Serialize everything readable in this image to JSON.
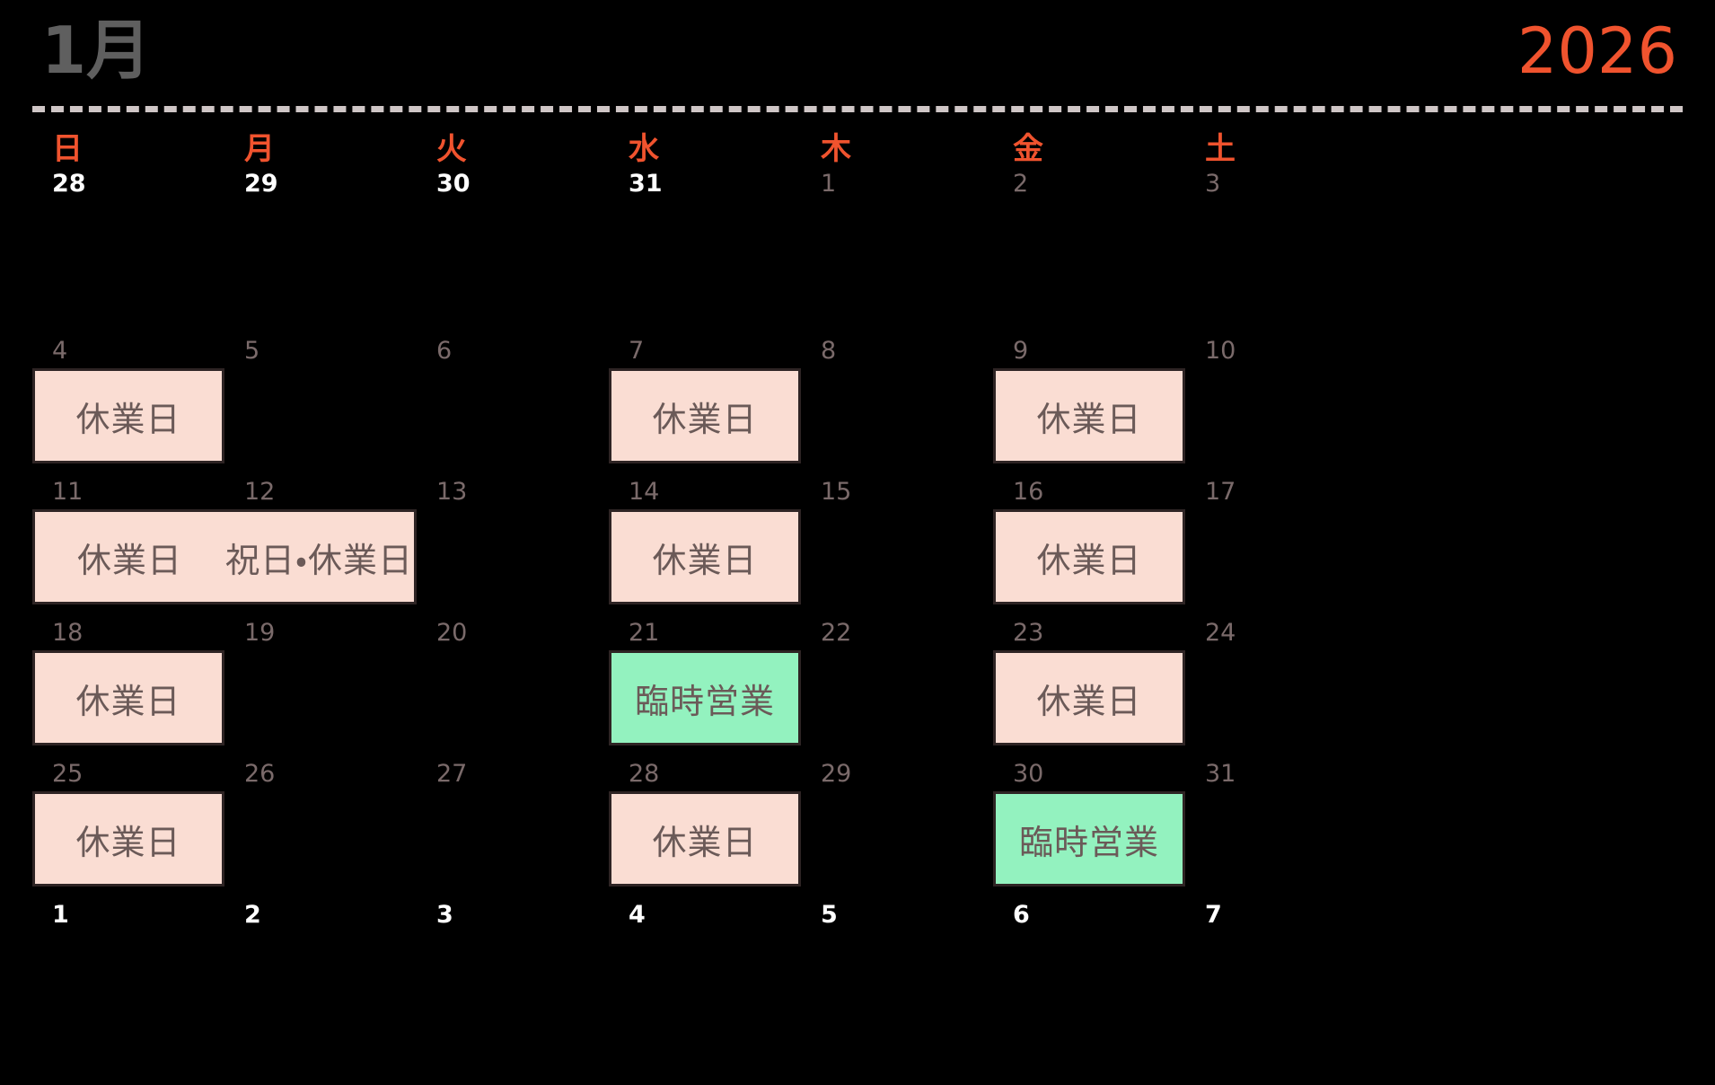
{
  "header": {
    "month": "1月",
    "year": "2026"
  },
  "weekdays": [
    {
      "label": "日"
    },
    {
      "label": "月"
    },
    {
      "label": "火"
    },
    {
      "label": "水"
    },
    {
      "label": "木"
    },
    {
      "label": "金"
    },
    {
      "label": "土"
    }
  ],
  "legend": {
    "closed_label": "休業日",
    "holiday_closed_label": "祝日・休業日",
    "special_open_label": "臨時営業"
  },
  "colors": {
    "background": "#000000",
    "year_accent": "#F0532E",
    "weekday_accent": "#F0532E",
    "month_text": "#5F5F5F",
    "closed_bg": "#FADDD3",
    "open_bg": "#93F2BF",
    "event_text": "#6B5A58",
    "other_month_daynum": "#FFFFFF",
    "this_month_daynum": "#7A6A6A",
    "rule": "#CFC6C6"
  },
  "weeks": [
    {
      "days": [
        {
          "num": "28",
          "in_month": false,
          "event": null
        },
        {
          "num": "29",
          "in_month": false,
          "event": null
        },
        {
          "num": "30",
          "in_month": false,
          "event": null
        },
        {
          "num": "31",
          "in_month": false,
          "event": null
        },
        {
          "num": "1",
          "in_month": true,
          "event": null
        },
        {
          "num": "2",
          "in_month": true,
          "event": null
        },
        {
          "num": "3",
          "in_month": true,
          "event": null
        }
      ]
    },
    {
      "days": [
        {
          "num": "4",
          "in_month": true,
          "event": {
            "label": "休業日",
            "kind": "closed"
          }
        },
        {
          "num": "5",
          "in_month": true,
          "event": null
        },
        {
          "num": "6",
          "in_month": true,
          "event": null
        },
        {
          "num": "7",
          "in_month": true,
          "event": {
            "label": "休業日",
            "kind": "closed"
          }
        },
        {
          "num": "8",
          "in_month": true,
          "event": null
        },
        {
          "num": "9",
          "in_month": true,
          "event": {
            "label": "休業日",
            "kind": "closed"
          }
        },
        {
          "num": "10",
          "in_month": true,
          "event": null
        }
      ]
    },
    {
      "days": [
        {
          "num": "11",
          "in_month": true,
          "event": {
            "label": "休業日",
            "kind": "closed"
          }
        },
        {
          "num": "12",
          "in_month": true,
          "event": {
            "label": "祝日・休業日",
            "kind": "closed"
          }
        },
        {
          "num": "13",
          "in_month": true,
          "event": null
        },
        {
          "num": "14",
          "in_month": true,
          "event": {
            "label": "休業日",
            "kind": "closed"
          }
        },
        {
          "num": "15",
          "in_month": true,
          "event": null
        },
        {
          "num": "16",
          "in_month": true,
          "event": {
            "label": "休業日",
            "kind": "closed"
          }
        },
        {
          "num": "17",
          "in_month": true,
          "event": null
        }
      ]
    },
    {
      "days": [
        {
          "num": "18",
          "in_month": true,
          "event": {
            "label": "休業日",
            "kind": "closed"
          }
        },
        {
          "num": "19",
          "in_month": true,
          "event": null
        },
        {
          "num": "20",
          "in_month": true,
          "event": null
        },
        {
          "num": "21",
          "in_month": true,
          "event": {
            "label": "臨時営業",
            "kind": "open"
          }
        },
        {
          "num": "22",
          "in_month": true,
          "event": null
        },
        {
          "num": "23",
          "in_month": true,
          "event": {
            "label": "休業日",
            "kind": "closed"
          }
        },
        {
          "num": "24",
          "in_month": true,
          "event": null
        }
      ]
    },
    {
      "days": [
        {
          "num": "25",
          "in_month": true,
          "event": {
            "label": "休業日",
            "kind": "closed"
          }
        },
        {
          "num": "26",
          "in_month": true,
          "event": null
        },
        {
          "num": "27",
          "in_month": true,
          "event": null
        },
        {
          "num": "28",
          "in_month": true,
          "event": {
            "label": "休業日",
            "kind": "closed"
          }
        },
        {
          "num": "29",
          "in_month": true,
          "event": null
        },
        {
          "num": "30",
          "in_month": true,
          "event": {
            "label": "臨時営業",
            "kind": "open"
          }
        },
        {
          "num": "31",
          "in_month": true,
          "event": null
        }
      ]
    },
    {
      "days": [
        {
          "num": "1",
          "in_month": false,
          "event": null
        },
        {
          "num": "2",
          "in_month": false,
          "event": null
        },
        {
          "num": "3",
          "in_month": false,
          "event": null
        },
        {
          "num": "4",
          "in_month": false,
          "event": null
        },
        {
          "num": "5",
          "in_month": false,
          "event": null
        },
        {
          "num": "6",
          "in_month": false,
          "event": null
        },
        {
          "num": "7",
          "in_month": false,
          "event": null
        }
      ]
    }
  ]
}
